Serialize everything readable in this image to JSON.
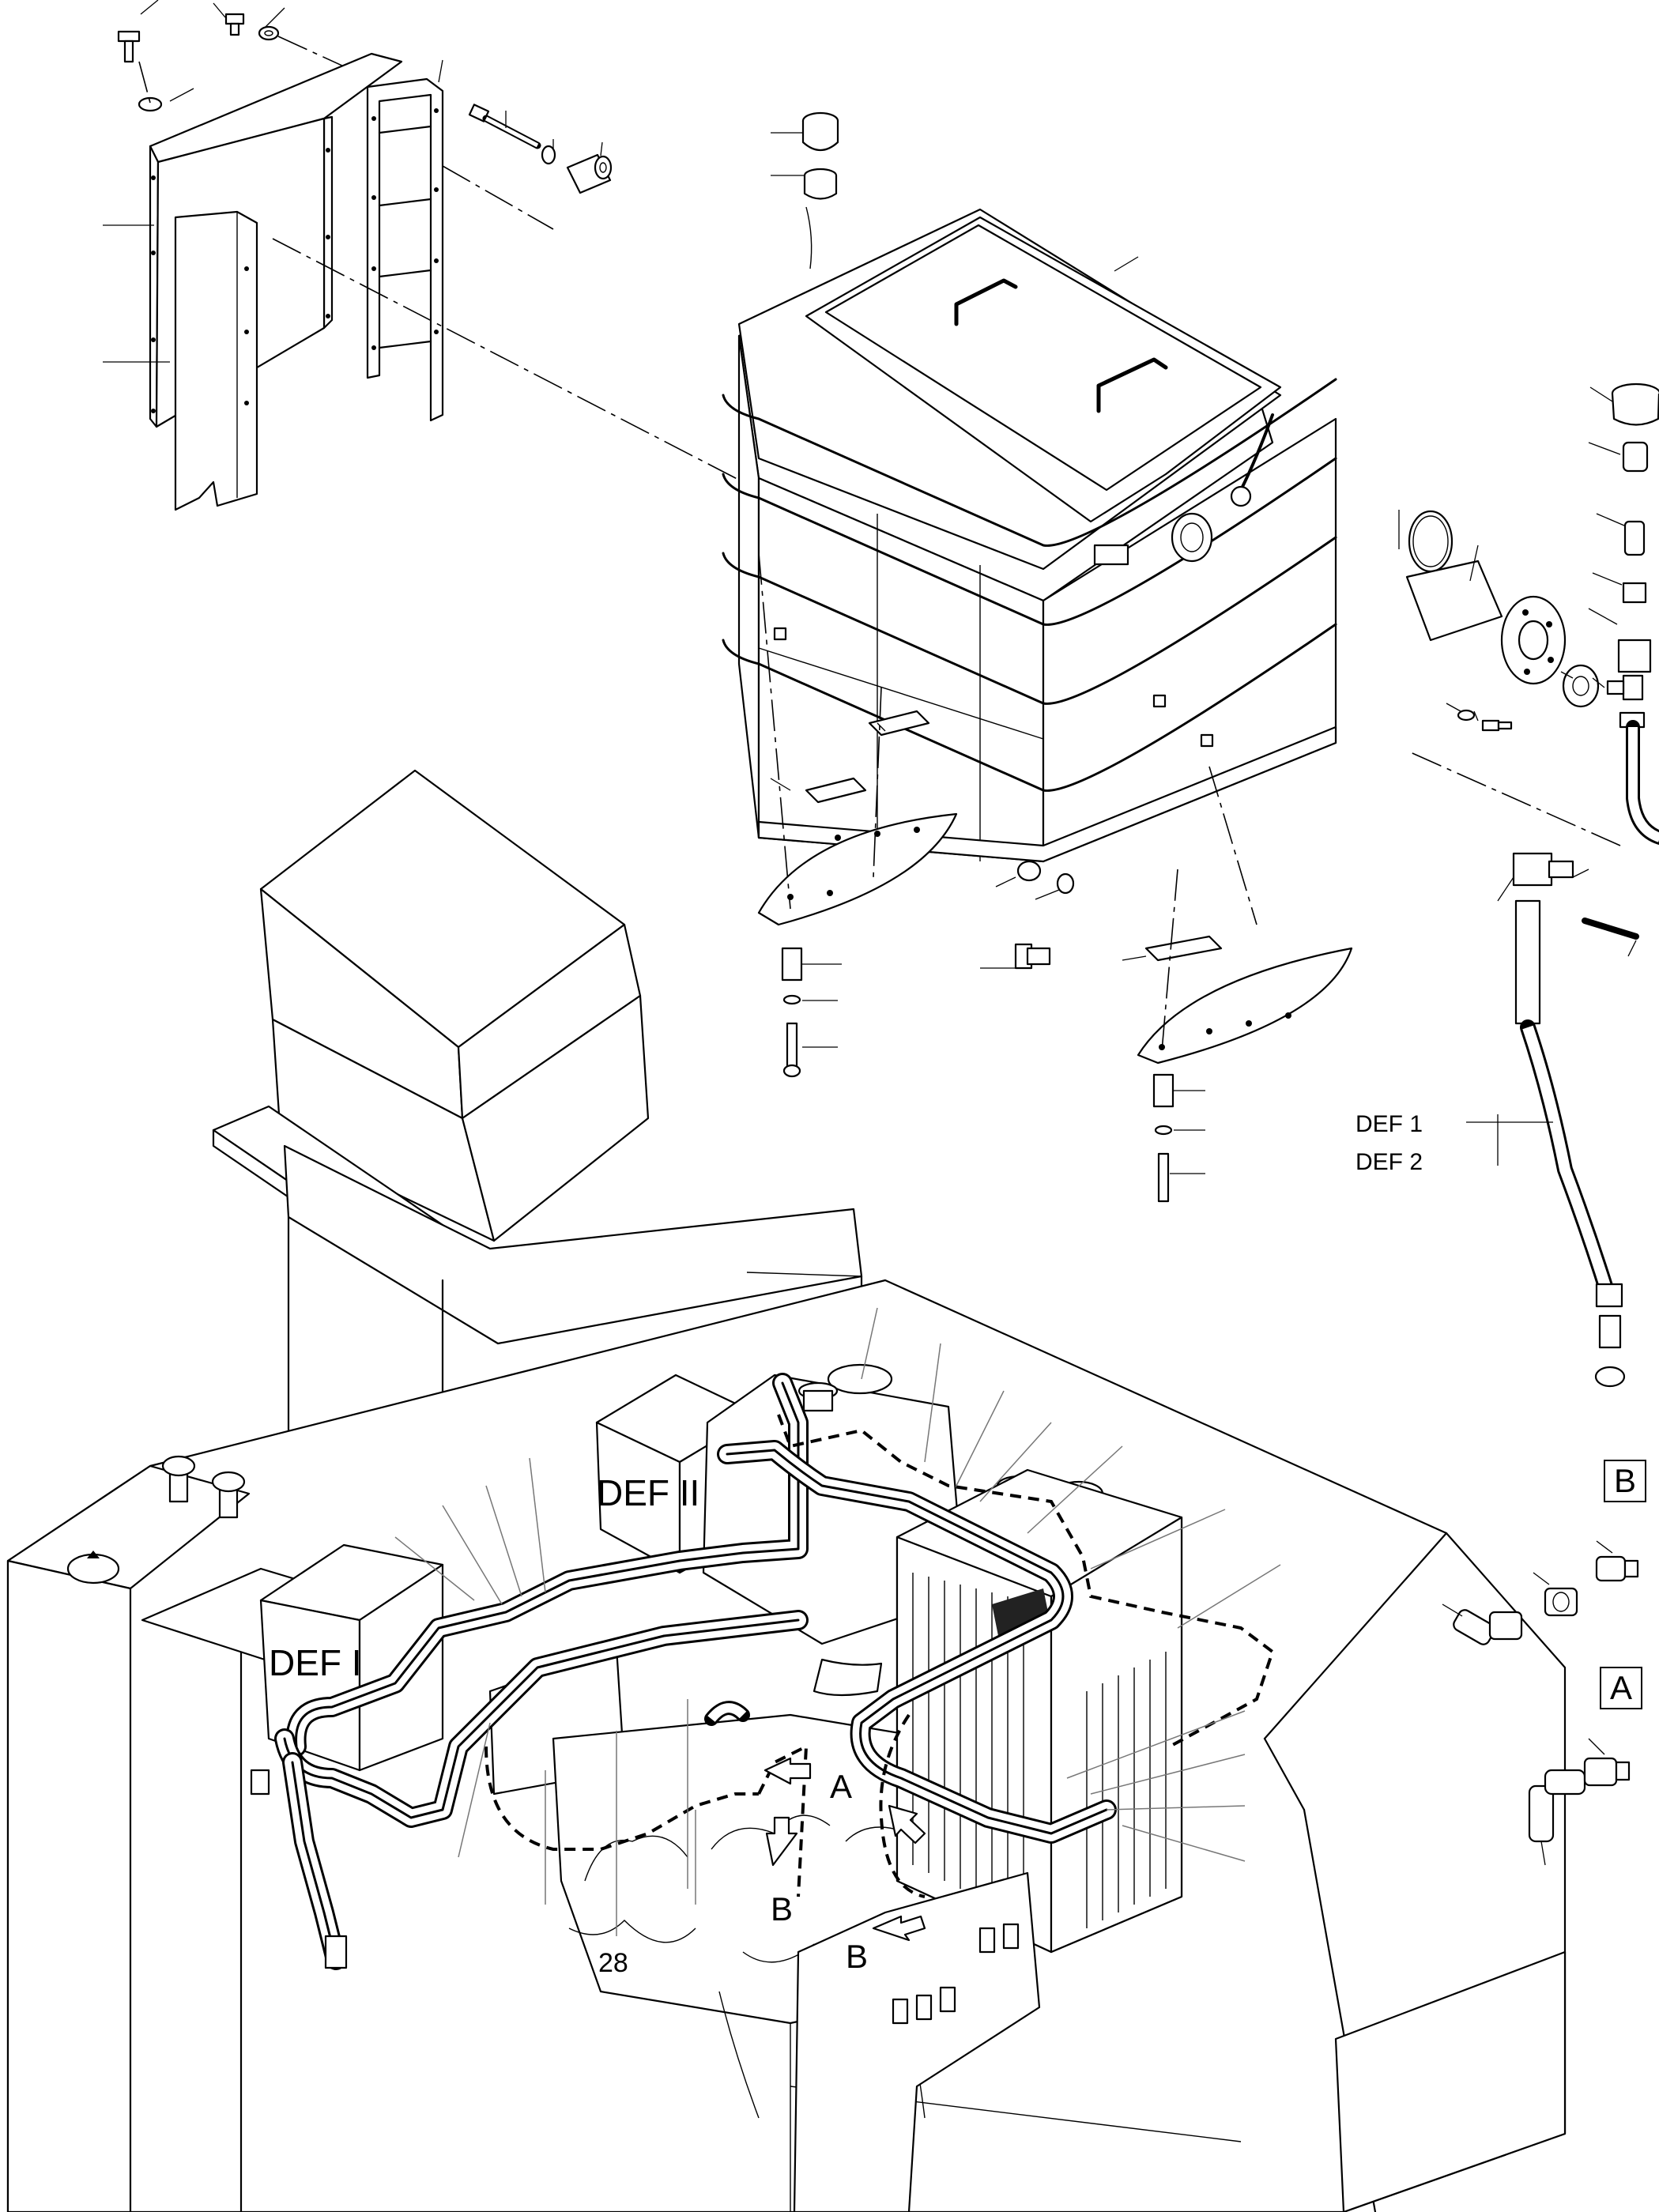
{
  "labels": {
    "def_1": "DEF 1",
    "def_2": "DEF 2",
    "def_i": "DEF I",
    "def_ii": "DEF II",
    "detail_b_box": "B",
    "detail_a_box": "A",
    "view_a": "A",
    "view_b_upper": "B",
    "view_b_lower": "B",
    "ref_28": "28"
  }
}
